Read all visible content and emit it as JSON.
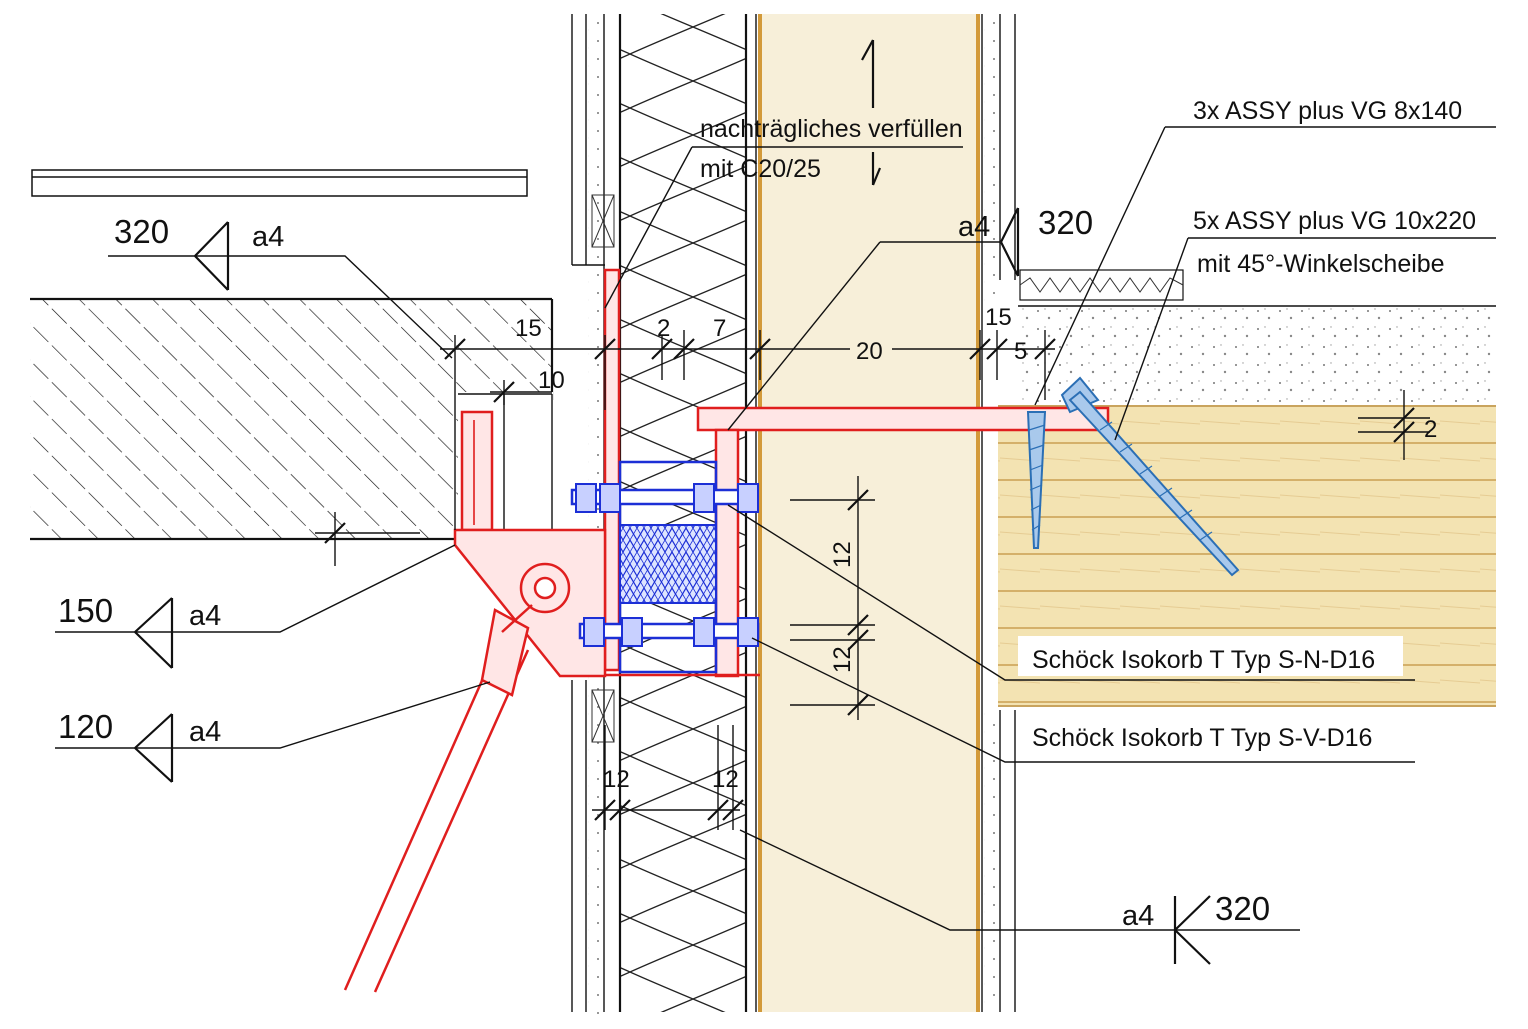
{
  "drawing": {
    "colors": {
      "steel": "#e01e1e",
      "isokorb": "#1c2fd6",
      "screw": "#2b6fb5",
      "timber": "#f3e3b2",
      "clt_core": "#f7efd9",
      "linework": "#111111"
    },
    "notes": {
      "fill_line1": "nachträgliches verfüllen",
      "fill_line2": "mit C20/25",
      "screws_8": "3x ASSY plus VG 8x140",
      "screws_10": "5x ASSY plus VG 10x220",
      "washer": "mit 45°-Winkelscheibe",
      "isokorb_n": "Schöck Isokorb T Typ S-N-D16",
      "isokorb_v": "Schöck Isokorb T Typ S-V-D16"
    },
    "welds": {
      "top_left_len": "320",
      "top_left_a": "a4",
      "top_right_len": "320",
      "top_right_a": "a4",
      "mid_left_len": "150",
      "mid_left_a": "a4",
      "low_left_len": "120",
      "low_left_a": "a4",
      "bottom_len": "320",
      "bottom_a": "a4"
    },
    "dims": {
      "d15": "15",
      "d10": "10",
      "d2": "2",
      "d7": "7",
      "d20": "20",
      "d15b": "15",
      "d5": "5",
      "d2b": "2",
      "d12a": "12",
      "d12b": "12",
      "d12c": "12",
      "d12d": "12"
    }
  }
}
